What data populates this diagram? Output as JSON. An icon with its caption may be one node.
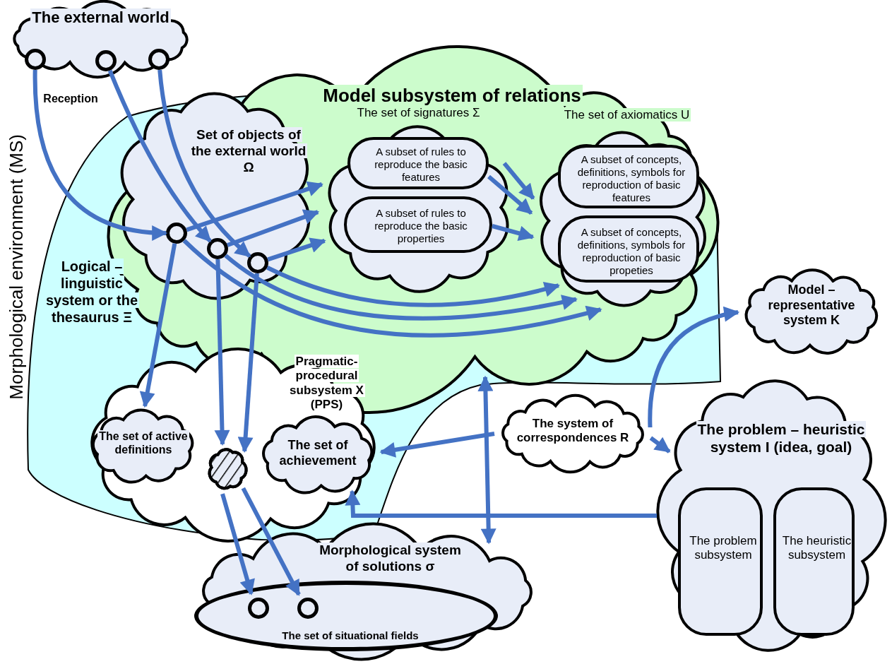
{
  "diagram": {
    "nodes": [
      {
        "text": [
          "The external world"
        ]
      },
      {
        "text": [],
        "shape": "circle",
        "in": 0
      },
      {
        "text": [],
        "shape": "circle",
        "in": 0
      },
      {
        "text": [],
        "shape": "circle",
        "in": 0
      },
      {
        "text": [
          "Logical – linguistic system or the thesaurus Ξ"
        ]
      },
      {
        "text": [
          "Model subsystem of relations"
        ],
        "in": 4
      },
      {
        "text": [
          "Set of objects of the external world Ω"
        ],
        "in": 5
      },
      {
        "text": [],
        "shape": "circle",
        "in": 6
      },
      {
        "text": [],
        "shape": "circle",
        "in": 6
      },
      {
        "text": [],
        "shape": "circle",
        "in": 6
      },
      {
        "text": [
          "The set of signatures Σ"
        ],
        "in": 5
      },
      {
        "text": [
          "A subset of rules to reproduce the basic features"
        ],
        "in": 10
      },
      {
        "text": [
          "A subset of rules to reproduce the basic properties"
        ],
        "in": 10
      },
      {
        "text": [
          "The set of axiomatics U"
        ],
        "in": 5
      },
      {
        "text": [
          "A subset of concepts, definitions, symbols for reproduction of basic features"
        ],
        "in": 13
      },
      {
        "text": [
          "A subset of concepts, definitions, symbols for reproduction of basic propeties"
        ],
        "in": 13
      },
      {
        "text": [
          "Model – representative system K"
        ]
      },
      {
        "text": [
          "Pragmatic-procedural subsystem X (PPS)"
        ],
        "in": 4
      },
      {
        "text": [
          "The set of active definitions"
        ],
        "in": 17
      },
      {
        "text": [],
        "shape": "cloud",
        "in": 17
      },
      {
        "text": [
          "The set of achievement"
        ],
        "in": 17
      },
      {
        "text": [
          "The system of correspondences R"
        ]
      },
      {
        "text": [
          "The problem – heuristic system I (idea, goal)"
        ]
      },
      {
        "text": [
          "The problem subsystem"
        ],
        "in": 22
      },
      {
        "text": [
          "The heuristic subsystem"
        ],
        "in": 22
      },
      {
        "text": [
          "Morphological system of solutions σ"
        ]
      },
      {
        "text": [
          "The set of situational fields"
        ],
        "in": 25
      },
      {
        "text": [],
        "shape": "circle",
        "in": 26
      },
      {
        "text": [],
        "shape": "circle",
        "in": 26
      }
    ],
    "edges": [
      {
        "from": 1,
        "to": 7,
        "arrow": "to"
      },
      {
        "from": 2,
        "to": 8,
        "arrow": "to"
      },
      {
        "from": 3,
        "to": 9,
        "arrow": "to"
      },
      {
        "from": 7,
        "to": 10,
        "arrow": "to"
      },
      {
        "from": 8,
        "to": 10,
        "arrow": "to"
      },
      {
        "from": 9,
        "to": 10,
        "arrow": "to"
      },
      {
        "from": 11,
        "to": 13,
        "arrow": "to"
      },
      {
        "from": 10,
        "to": 13,
        "arrow": "to"
      },
      {
        "from": 12,
        "to": 13,
        "arrow": "to"
      },
      {
        "from": 9,
        "to": 13,
        "arrow": "to"
      },
      {
        "from": 8,
        "to": 13,
        "arrow": "to"
      },
      {
        "from": 7,
        "to": 13,
        "arrow": "to"
      },
      {
        "from": 7,
        "to": 18,
        "arrow": "to"
      },
      {
        "from": 8,
        "to": 19,
        "arrow": "to"
      },
      {
        "from": 9,
        "to": 19,
        "arrow": "to"
      },
      {
        "from": 19,
        "to": 27,
        "arrow": "to"
      },
      {
        "from": 19,
        "to": 28,
        "arrow": "to"
      },
      {
        "from": 21,
        "to": 20,
        "arrow": "to"
      },
      {
        "from": 5,
        "to": 25,
        "arrow": "both"
      },
      {
        "from": 22,
        "to": 20,
        "arrow": "to"
      },
      {
        "from": 21,
        "to": 16,
        "arrow": "to"
      },
      {
        "from": 21,
        "to": 22,
        "arrow": "to"
      }
    ],
    "labels": [
      "Reception",
      "Morphological environment (MS)"
    ]
  }
}
